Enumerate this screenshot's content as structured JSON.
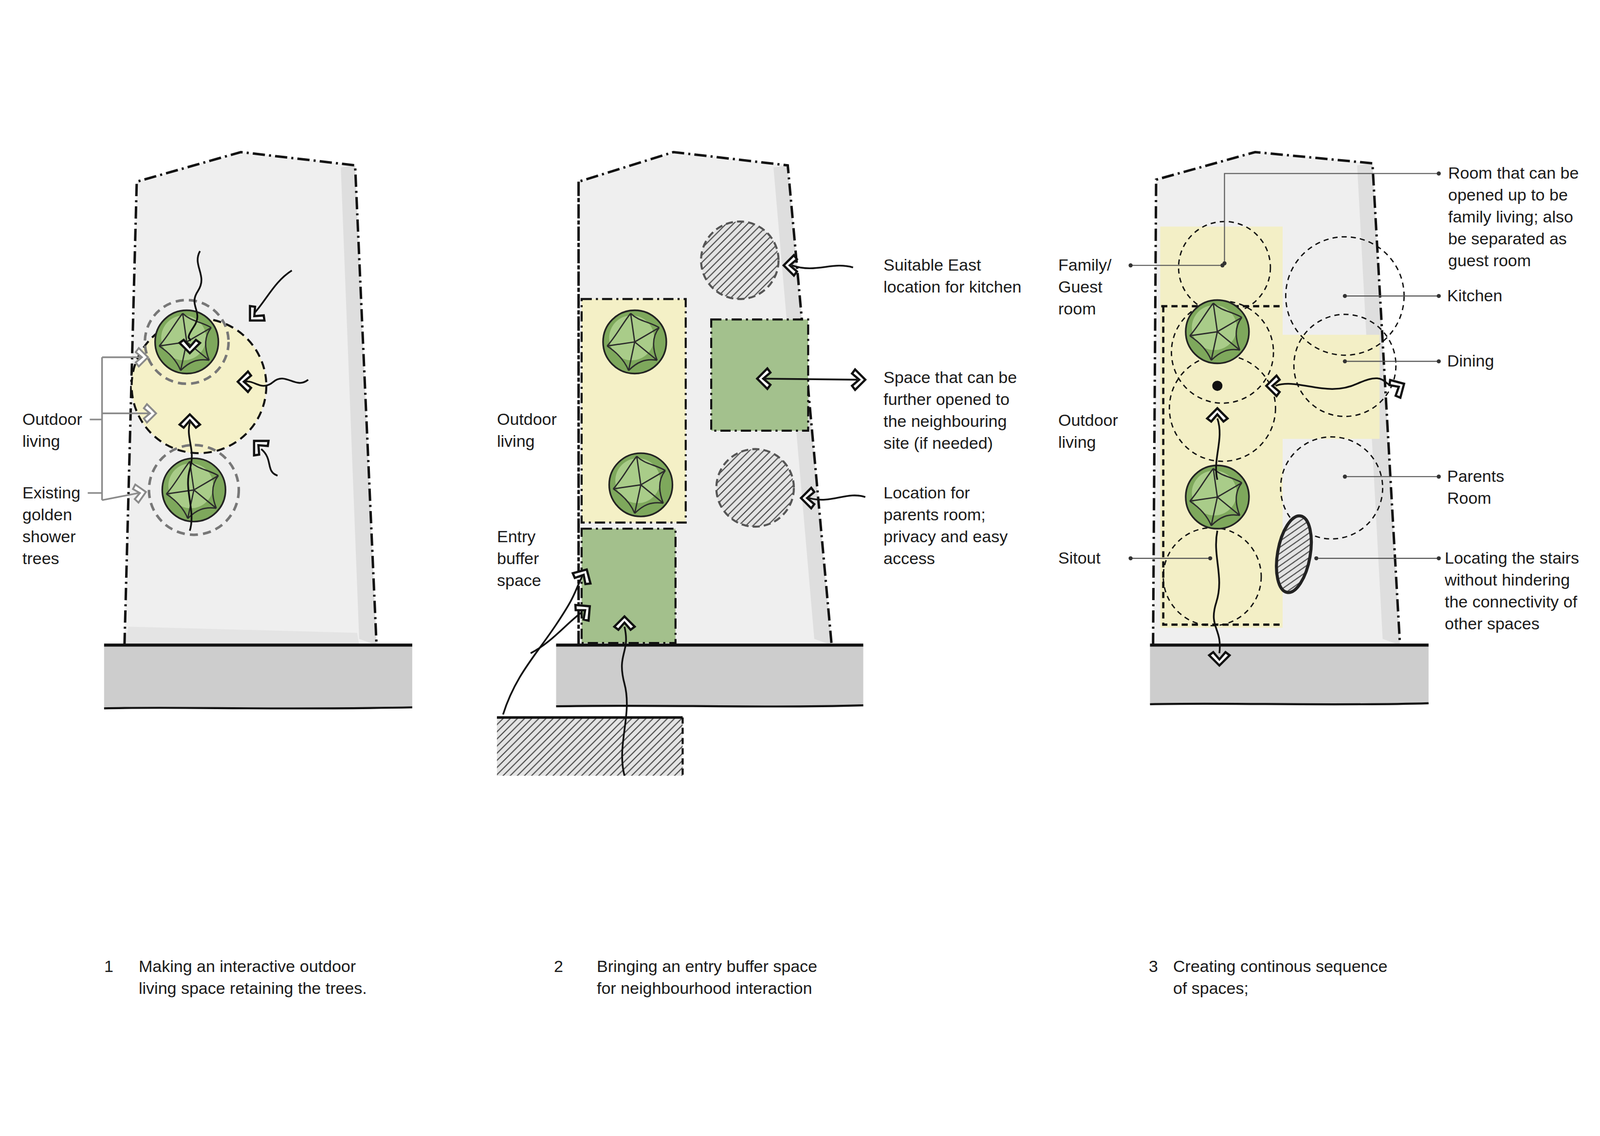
{
  "diagram": {
    "labels": [
      "Outdoor living",
      "Existing golden shower trees",
      "1",
      "Making an interactive outdoor living space retaining the trees.",
      "Outdoor living",
      "Entry buffer space",
      "Suitable East location for kitchen",
      "Space that can be further opened to the neighbouring site (if needed)",
      "Location for parents room; privacy and easy access",
      "2",
      "Bringing an entry buffer space for neighbourhood interaction",
      "Family/ Guest room",
      "Room that can be opened up to be family living; also be separated as guest room",
      "Kitchen",
      "Dining",
      "Outdoor living",
      "Parents Room",
      "Sitout",
      "Locating the stairs without hindering the connectivity of other spaces",
      "3",
      "Creating continous sequence of spaces;"
    ]
  }
}
